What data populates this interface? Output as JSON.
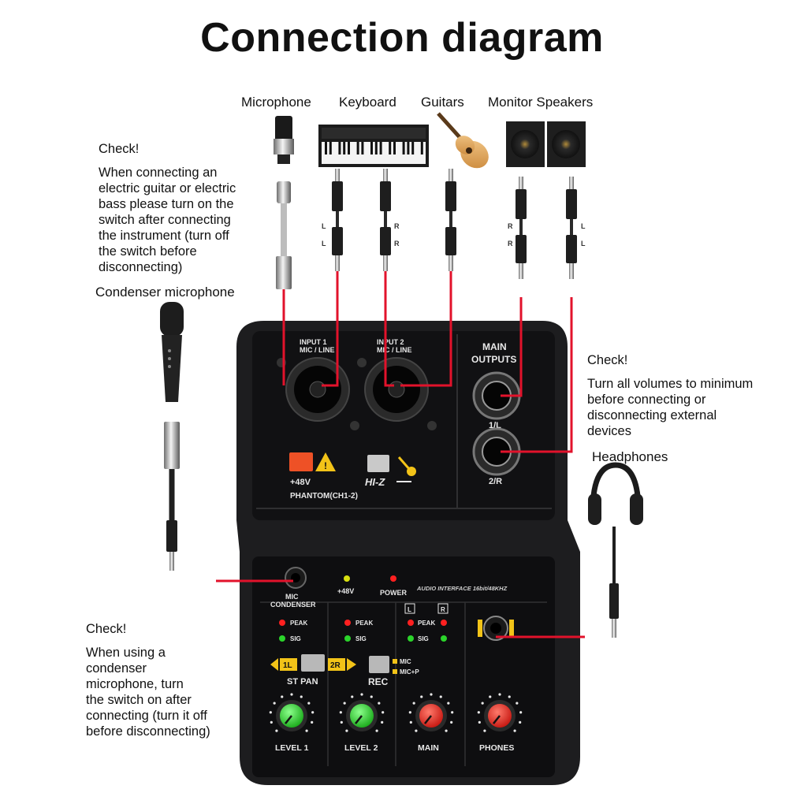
{
  "title": "Connection diagram",
  "colors": {
    "cable": "#e2122b",
    "device_body": "#1d1d1f",
    "panel": "#111113",
    "green_knob": "#2bd42b",
    "red_knob": "#e5231b",
    "phantom_button": "#ee5126",
    "warning": "#f2c318"
  },
  "sources": {
    "microphone": "Microphone",
    "keyboard": "Keyboard",
    "guitars": "Guitars",
    "monitor_speakers": "Monitor Speakers",
    "condenser_microphone": "Condenser microphone",
    "headphones": "Headphones"
  },
  "notes": {
    "guitar": {
      "head": "Check!",
      "lines": [
        "When connecting an",
        "electric guitar or electric",
        "bass please turn on the",
        "switch after connecting",
        "the instrument (turn off",
        "the switch before",
        "disconnecting)"
      ]
    },
    "outputs": {
      "head": "Check!",
      "lines": [
        "Turn all volumes to minimum",
        "before connecting or",
        "disconnecting external",
        "devices"
      ]
    },
    "condenser": {
      "head": "Check!",
      "lines": [
        "When using a",
        "condenser",
        "microphone, turn",
        "the switch on after",
        "connecting (turn it off",
        "before disconnecting)"
      ]
    }
  },
  "plug_labels": {
    "kb_left": [
      "L",
      "L"
    ],
    "kb_right": [
      "R",
      "R"
    ],
    "spk_left": [
      "R",
      "R"
    ],
    "spk_right": [
      "L",
      "L"
    ]
  },
  "device": {
    "input1": [
      "INPUT 1",
      "MIC / LINE"
    ],
    "input2": [
      "INPUT 2",
      "MIC / LINE"
    ],
    "main_outputs": [
      "MAIN",
      "OUTPUTS"
    ],
    "out_1l": "1/L",
    "out_2r": "2/R",
    "phantom_48v": "+48V",
    "phantom_label": "PHANTOM(CH1-2)",
    "hiz": "HI-Z",
    "mic_condenser": [
      "MIC",
      "CONDENSER"
    ],
    "led_48v": "+48V",
    "led_power": "POWER",
    "brand_text": "AUDIO INTERFACE 16bit/48KHZ",
    "peak": "PEAK",
    "sig": "SIG",
    "l": "L",
    "r": "R",
    "pan_1l": "1L",
    "pan_2r": "2R",
    "st_pan": "ST PAN",
    "rec": "REC",
    "rec_mic": "MIC",
    "rec_micp": "MIC+P",
    "knob_level1": "LEVEL 1",
    "knob_level2": "LEVEL 2",
    "knob_main": "MAIN",
    "knob_phones": "PHONES"
  }
}
